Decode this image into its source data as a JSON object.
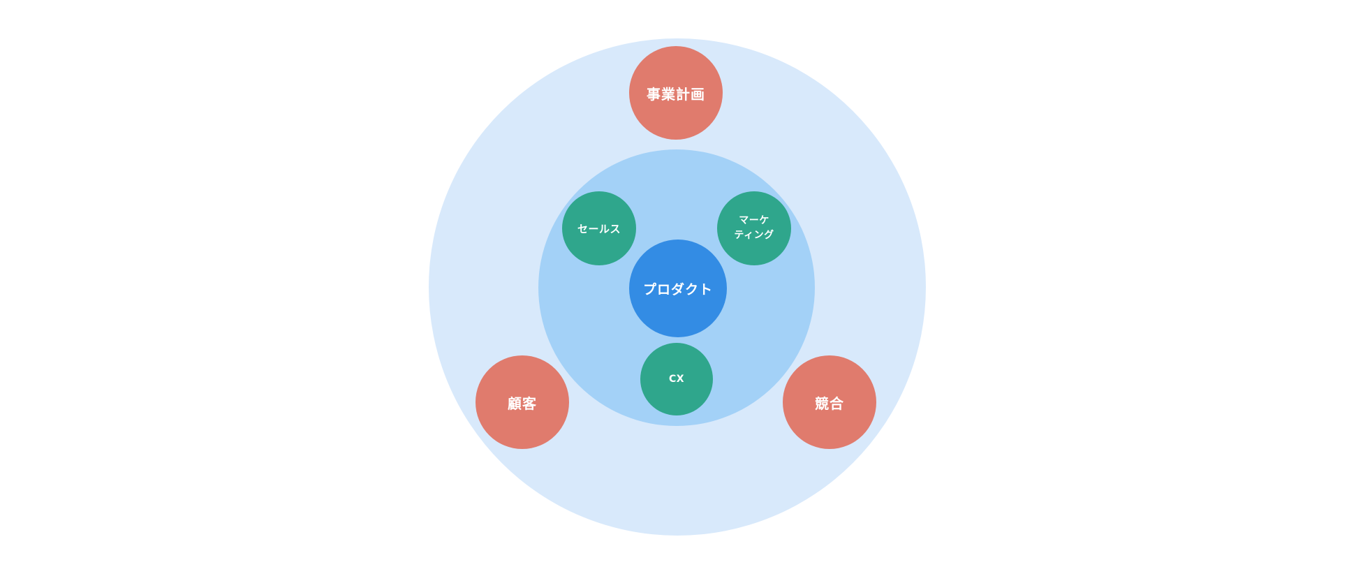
{
  "diagram": {
    "kind": "concentric-circle-diagram",
    "background_color": "#ffffff",
    "rings": {
      "outer": {
        "color": "#d8e9fb"
      },
      "middle": {
        "color": "#a3d1f7"
      }
    },
    "center_node": {
      "label": "プロダクト",
      "color": "#338ce4",
      "text_color": "#ffffff"
    },
    "inner_nodes": {
      "sales": {
        "label": "セールス",
        "color": "#2fa68c",
        "text_color": "#ffffff"
      },
      "marketing": {
        "label": "マーケティング",
        "label_line1": "マーケ",
        "label_line2": "ティング",
        "color": "#2fa68c",
        "text_color": "#ffffff"
      },
      "cx": {
        "label": "CX",
        "color": "#2fa68c",
        "text_color": "#ffffff"
      }
    },
    "outer_nodes": {
      "business_plan": {
        "label": "事業計画",
        "color": "#e07b6d",
        "text_color": "#ffffff"
      },
      "customer": {
        "label": "顧客",
        "color": "#e07b6d",
        "text_color": "#ffffff"
      },
      "competitor": {
        "label": "競合",
        "color": "#e07b6d",
        "text_color": "#ffffff"
      }
    }
  }
}
